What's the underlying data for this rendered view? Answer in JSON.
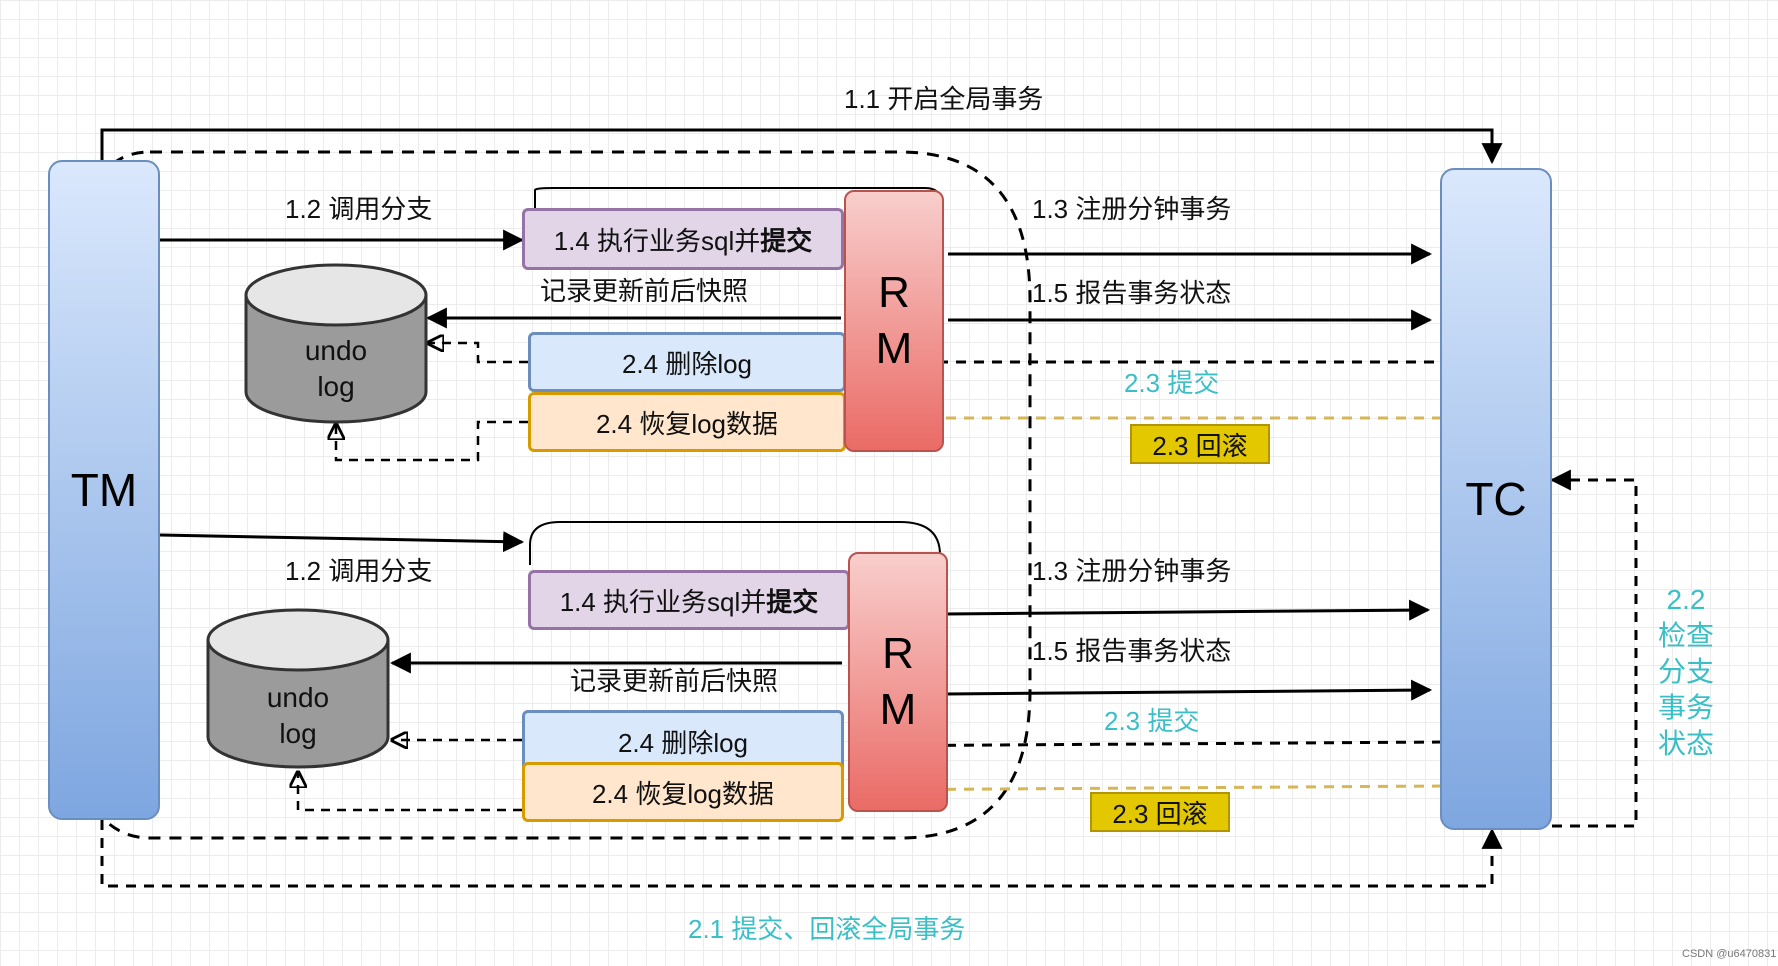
{
  "tm": {
    "label": "TM"
  },
  "tc": {
    "label": "TC"
  },
  "top_arrow_label": "1.1 开启全局事务",
  "bottom_arrow_label": "2.1 提交、回滚全局事务",
  "check_label": "2.2\n检查\n分支\n事务\n状态",
  "branches": [
    {
      "call_label": "1.2 调用分支",
      "exec_label_prefix": "1.4 执行业务sql并",
      "exec_label_bold": "提交",
      "snapshot_label": "记录更新前后快照",
      "delete_log_label": "2.4 删除log",
      "restore_log_label": "2.4 恢复log数据",
      "rm_lines": [
        "R",
        "M"
      ],
      "undo_lines": [
        "undo",
        "log"
      ],
      "register_label": "1.3 注册分钟事务",
      "report_label": "1.5 报告事务状态",
      "commit_label": "2.3 提交",
      "rollback_label": "2.3 回滚"
    },
    {
      "call_label": "1.2 调用分支",
      "exec_label_prefix": "1.4 执行业务sql并",
      "exec_label_bold": "提交",
      "snapshot_label": "记录更新前后快照",
      "delete_log_label": "2.4 删除log",
      "restore_log_label": "2.4 恢复log数据",
      "rm_lines": [
        "R",
        "M"
      ],
      "undo_lines": [
        "undo",
        "log"
      ],
      "register_label": "1.3 注册分钟事务",
      "report_label": "1.5 报告事务状态",
      "commit_label": "2.3 提交",
      "rollback_label": "2.3 回滚"
    }
  ],
  "watermark": "CSDN @u6470831",
  "colors": {
    "teal_text": "#3bbfc6",
    "rollback_arrow": "#d6b656",
    "rollback_box": "#e3c800",
    "tm_tc_fill_top": "#dae8fc",
    "tm_tc_fill_bottom": "#7ea6e0",
    "rm_fill_top": "#f8cecc",
    "rm_fill_bottom": "#ea6b66"
  }
}
